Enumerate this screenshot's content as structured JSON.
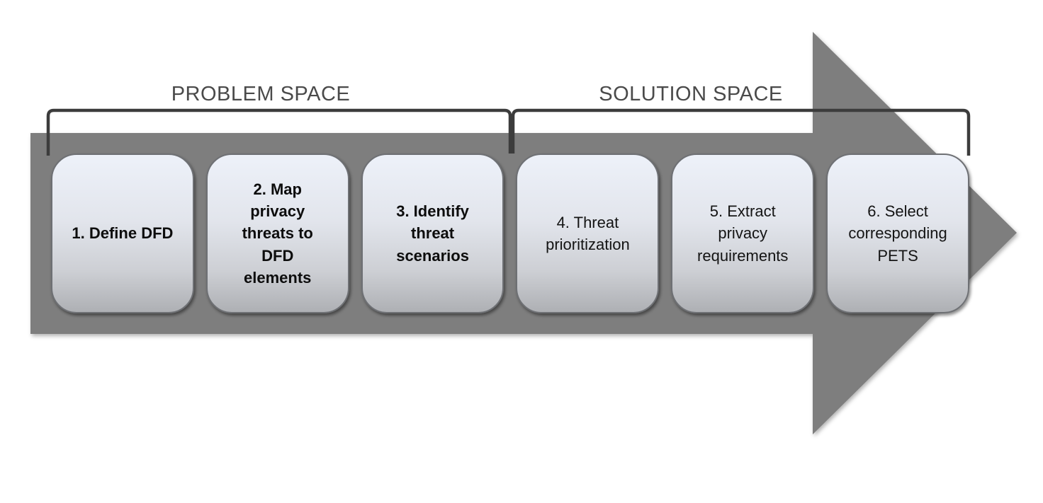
{
  "spaces": [
    {
      "name": "problem",
      "label": "PROBLEM SPACE"
    },
    {
      "name": "solution",
      "label": "SOLUTION SPACE"
    }
  ],
  "steps": [
    {
      "num": 1,
      "space": "problem",
      "emphasis": true,
      "label": "1. Define DFD"
    },
    {
      "num": 2,
      "space": "problem",
      "emphasis": true,
      "label": "2. Map\nprivacy\nthreats to\nDFD\nelements"
    },
    {
      "num": 3,
      "space": "problem",
      "emphasis": true,
      "label": "3. Identify\nthreat\nscenarios"
    },
    {
      "num": 4,
      "space": "solution",
      "emphasis": false,
      "label": "4. Threat\nprioritization"
    },
    {
      "num": 5,
      "space": "solution",
      "emphasis": false,
      "label": "5. Extract\nprivacy\nrequirements"
    },
    {
      "num": 6,
      "space": "solution",
      "emphasis": false,
      "label": "6. Select\ncorresponding\nPETS"
    }
  ],
  "colors": {
    "arrow_fill": "#7e7e7e",
    "bracket_stroke": "#3c3c3c",
    "space_label_color": "#4a4a4a",
    "box_border": "#6e7074",
    "box_text": "#141414",
    "box_gradient_top": "#edf1f9",
    "box_gradient_bottom": "#aeb0b4"
  }
}
